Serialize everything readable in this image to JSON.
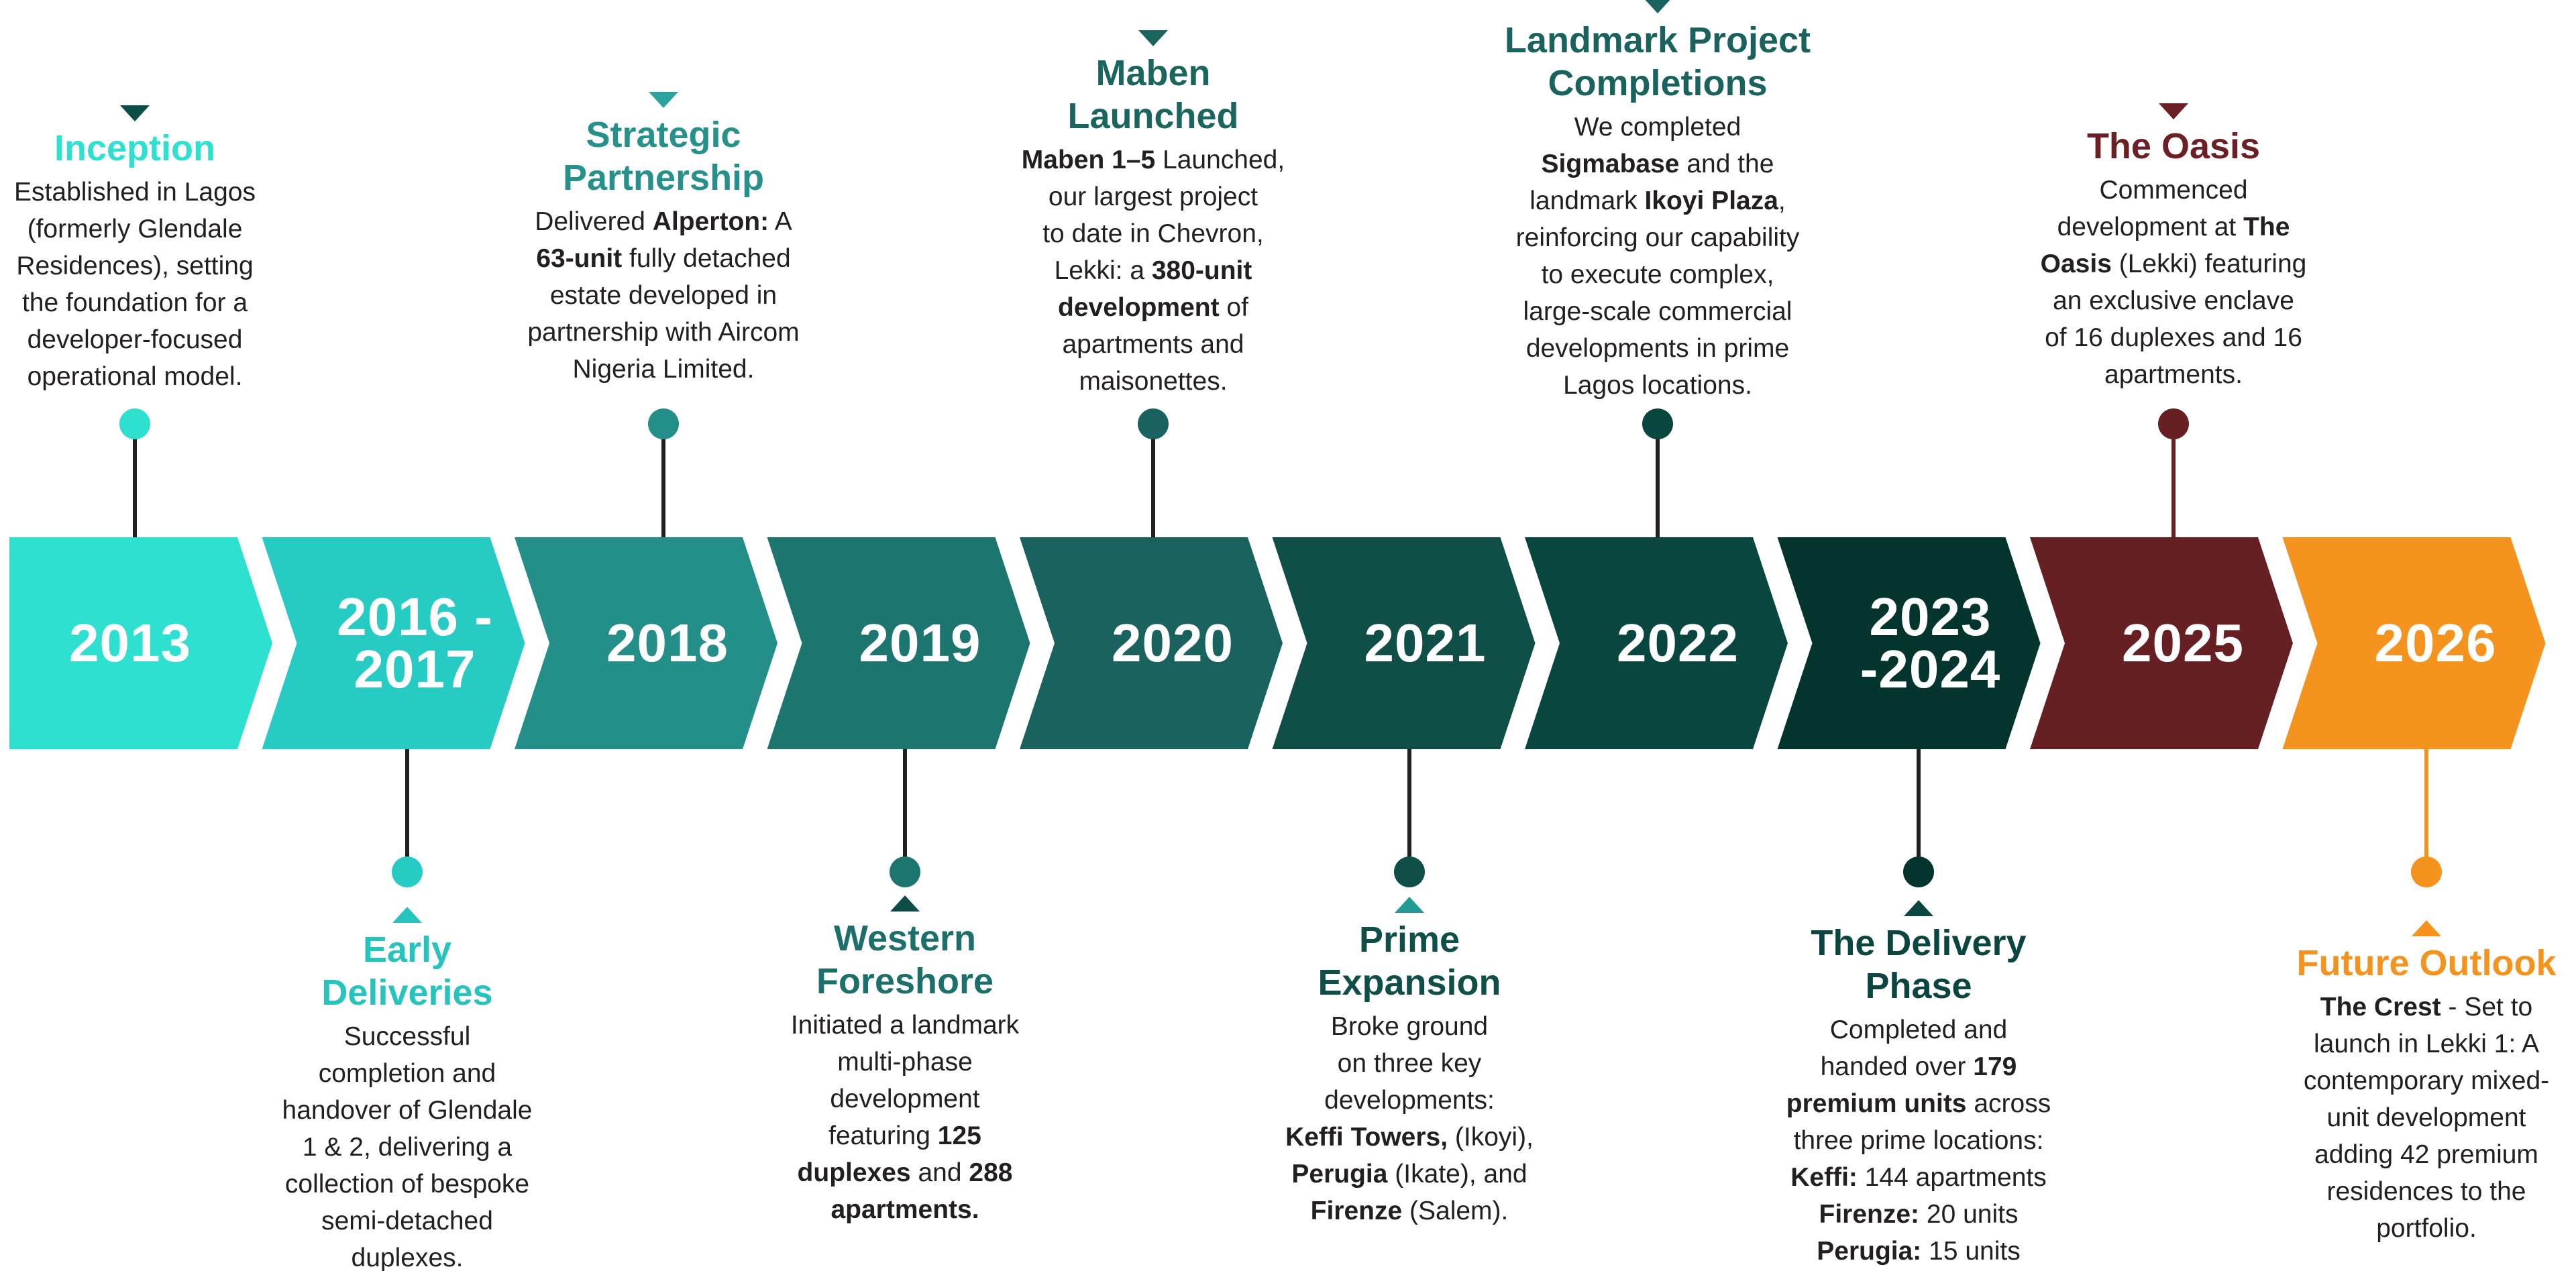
{
  "timeline": {
    "segments": [
      {
        "year": "2013",
        "color": "#2ee0d0"
      },
      {
        "year": "2016 -\n2017",
        "color": "#26ccc4"
      },
      {
        "year": "2018",
        "color": "#248f89"
      },
      {
        "year": "2019",
        "color": "#1d7570"
      },
      {
        "year": "2020",
        "color": "#19625d"
      },
      {
        "year": "2021",
        "color": "#0f4f48"
      },
      {
        "year": "2022",
        "color": "#0a4640"
      },
      {
        "year": "2023\n-2024",
        "color": "#03342d"
      },
      {
        "year": "2025",
        "color": "#662024"
      },
      {
        "year": "2026",
        "color": "#f5931f"
      }
    ],
    "events": [
      {
        "segment": 0,
        "position": "top",
        "title_color": "#2ee0d0",
        "marker_color": "#0b4d47",
        "stem_color": "#231f20",
        "title": [
          "Inception"
        ],
        "body": [
          "Established in Lagos",
          "(formerly Glendale",
          "Residences), setting",
          "the foundation for a",
          "developer-focused",
          "operational model."
        ]
      },
      {
        "segment": 1,
        "position": "bottom",
        "title_color": "#26c4bc",
        "marker_color": "#26c4bc",
        "stem_color": "#231f20",
        "title": [
          "Early",
          "Deliveries"
        ],
        "body": [
          "Successful",
          "completion and",
          "handover of Glendale",
          "1 & 2, delivering a",
          "collection of bespoke",
          "semi-detached",
          "duplexes."
        ]
      },
      {
        "segment": 2,
        "position": "top",
        "title_color": "#26908a",
        "marker_color": "#2ba39f",
        "stem_color": "#231f20",
        "title": [
          "Strategic",
          "Partnership"
        ],
        "body": [
          "Delivered **Alperton:** A",
          "**63-unit** fully detached",
          "estate developed in",
          "partnership with Aircom",
          "Nigeria Limited."
        ]
      },
      {
        "segment": 3,
        "position": "bottom",
        "title_color": "#1d706a",
        "marker_color": "#0d4d47",
        "stem_color": "#231f20",
        "title": [
          "Western",
          "Foreshore"
        ],
        "body": [
          "Initiated a landmark",
          "multi-phase",
          "development",
          "featuring **125**",
          "**duplexes** and **288**",
          "**apartments.**"
        ]
      },
      {
        "segment": 4,
        "position": "top",
        "title_color": "#1a665f",
        "marker_color": "#1a665f",
        "stem_color": "#231f20",
        "title": [
          "Maben",
          "Launched"
        ],
        "body": [
          "**Maben 1–5** Launched,",
          "our largest project",
          "to date in Chevron,",
          "Lekki: a **380-unit**",
          "**development** of",
          "apartments and",
          "maisonettes."
        ]
      },
      {
        "segment": 5,
        "position": "bottom",
        "title_color": "#0f4f48",
        "marker_color": "#249c96",
        "stem_color": "#231f20",
        "title": [
          "Prime",
          "Expansion"
        ],
        "body": [
          "Broke ground",
          "on three key",
          "developments:",
          "**Keffi Towers,** (Ikoyi),",
          "**Perugia** (Ikate), and",
          "**Firenze** (Salem)."
        ]
      },
      {
        "segment": 6,
        "position": "top",
        "title_color": "#1a625e",
        "marker_color": "#1a625e",
        "stem_color": "#231f20",
        "title": [
          "Landmark Project",
          "Completions"
        ],
        "body": [
          "We completed",
          "**Sigmabase** and the",
          "landmark **Ikoyi Plaza**,",
          "reinforcing our capability",
          "to execute complex,",
          "large-scale commercial",
          "developments in prime",
          "Lagos locations."
        ]
      },
      {
        "segment": 7,
        "position": "bottom",
        "title_color": "#0a4540",
        "marker_color": "#0a4540",
        "stem_color": "#231f20",
        "title": [
          "The Delivery",
          "Phase"
        ],
        "body": [
          "Completed and",
          "handed over **179**",
          "**premium units** across",
          "three prime locations:",
          "**Keffi:** 144 apartments",
          "**Firenze:** 20 units",
          "**Perugia:** 15 units"
        ]
      },
      {
        "segment": 8,
        "position": "top",
        "title_color": "#6a2024",
        "marker_color": "#6a2024",
        "stem_color": "#6a2024",
        "title": [
          "The Oasis"
        ],
        "body": [
          "Commenced",
          "development at **The**",
          "**Oasis** (Lekki) featuring",
          "an exclusive enclave",
          "of 16 duplexes and 16",
          "apartments."
        ]
      },
      {
        "segment": 9,
        "position": "bottom",
        "title_color": "#f5931f",
        "marker_color": "#f5931f",
        "stem_color": "#f5931f",
        "title": [
          "Future Outlook"
        ],
        "body": [
          "**The Crest** - Set to",
          "launch in Lekki 1: A",
          "contemporary mixed-",
          "unit development",
          "adding 42 premium",
          "residences to the",
          "portfolio."
        ]
      }
    ]
  }
}
